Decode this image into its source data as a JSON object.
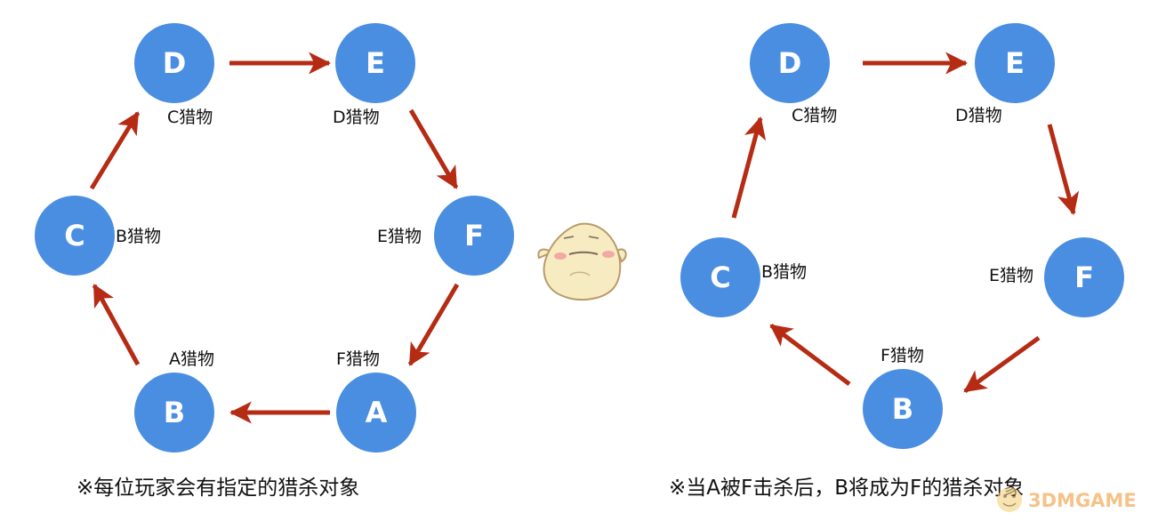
{
  "colors": {
    "node": "#4a8ee2",
    "arrow": "#b52b14",
    "text": "#111111",
    "mascot_body": "#f7ebc2",
    "mascot_outline": "#b99a6a",
    "mascot_cheek": "#f2a9a6",
    "watermark": "#ef9a3a"
  },
  "left_diagram": {
    "nodes": [
      {
        "id": "D",
        "label": "D",
        "prey_label": "C猎物"
      },
      {
        "id": "E",
        "label": "E",
        "prey_label": "D猎物"
      },
      {
        "id": "F",
        "label": "F",
        "prey_label": "E猎物"
      },
      {
        "id": "A",
        "label": "A",
        "prey_label": "F猎物"
      },
      {
        "id": "B",
        "label": "B",
        "prey_label": "A猎物"
      },
      {
        "id": "C",
        "label": "C",
        "prey_label": "B猎物"
      }
    ],
    "edges": [
      {
        "from": "D",
        "to": "E"
      },
      {
        "from": "E",
        "to": "F"
      },
      {
        "from": "F",
        "to": "A"
      },
      {
        "from": "A",
        "to": "B"
      },
      {
        "from": "B",
        "to": "C"
      },
      {
        "from": "C",
        "to": "D"
      }
    ],
    "caption": "※每位玩家会有指定的猎杀对象"
  },
  "right_diagram": {
    "nodes": [
      {
        "id": "D",
        "label": "D",
        "prey_label": "C猎物"
      },
      {
        "id": "E",
        "label": "E",
        "prey_label": "D猎物"
      },
      {
        "id": "F",
        "label": "F",
        "prey_label": "E猎物"
      },
      {
        "id": "B",
        "label": "B",
        "prey_label": "F猎物"
      },
      {
        "id": "C",
        "label": "C",
        "prey_label": "B猎物"
      }
    ],
    "edges": [
      {
        "from": "D",
        "to": "E"
      },
      {
        "from": "E",
        "to": "F"
      },
      {
        "from": "F",
        "to": "B"
      },
      {
        "from": "B",
        "to": "C"
      },
      {
        "from": "C",
        "to": "D"
      }
    ],
    "caption": "※当A被F击杀后，B将成为F的猎杀对象"
  },
  "mascot": {
    "icon": "chick-mascot-icon"
  },
  "watermark": {
    "text": "3DMGAME",
    "icon": "3dm-logo-icon"
  }
}
